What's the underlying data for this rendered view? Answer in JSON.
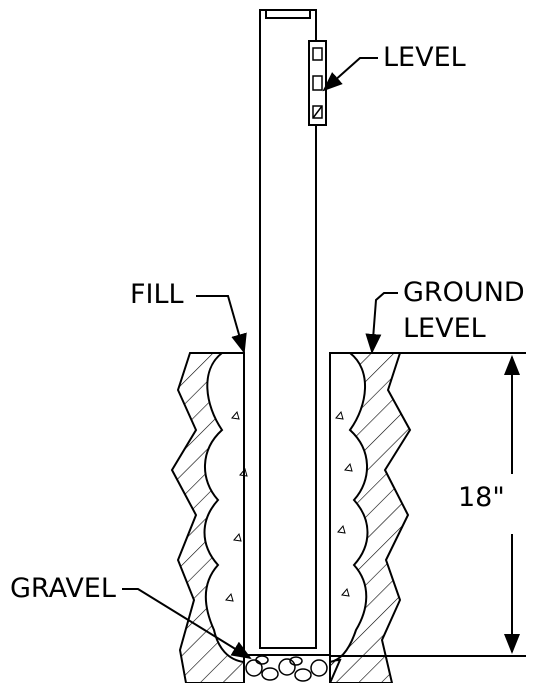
{
  "labels": {
    "level": "LEVEL",
    "ground_line1": "GROUND",
    "ground_line2": "LEVEL",
    "fill": "FILL",
    "depth": "18\"",
    "gravel": "GRAVEL"
  },
  "colors": {
    "line": "#000000",
    "background": "#ffffff"
  }
}
